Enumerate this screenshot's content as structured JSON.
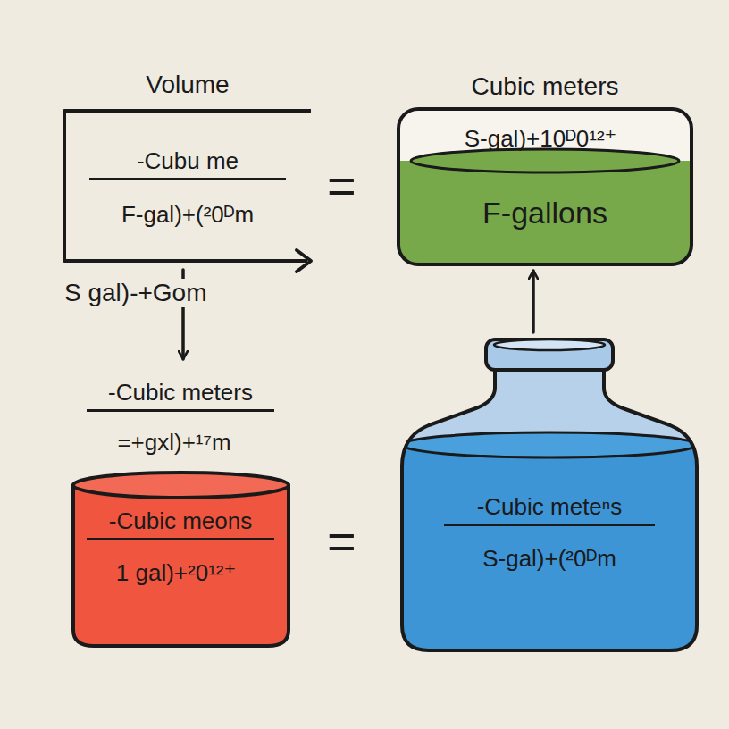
{
  "diagram": {
    "nodes": [
      {
        "text": [
          "Volume",
          "-Cubu me",
          "F-gal)+(²0ᴰm"
        ]
      },
      {
        "text": [
          "Cubic meters",
          "S-gal)+10ᴰ0¹²⁺",
          "F-gallons"
        ]
      },
      {
        "text": [
          "-Cubic meters",
          "=+gxl)+¹⁷m",
          "-Cubic meons",
          "1 gal)+²0¹²⁺"
        ]
      },
      {
        "text": [
          "-Cubic meteⁿs",
          "S-gal)+(²0ᴰm"
        ]
      }
    ],
    "edges": [
      {
        "from": 0,
        "to": 2,
        "arrow": "to"
      },
      {
        "from": 3,
        "to": 1,
        "arrow": "to"
      }
    ],
    "labels": [
      "S gal)-+Gom",
      "=",
      "="
    ]
  }
}
